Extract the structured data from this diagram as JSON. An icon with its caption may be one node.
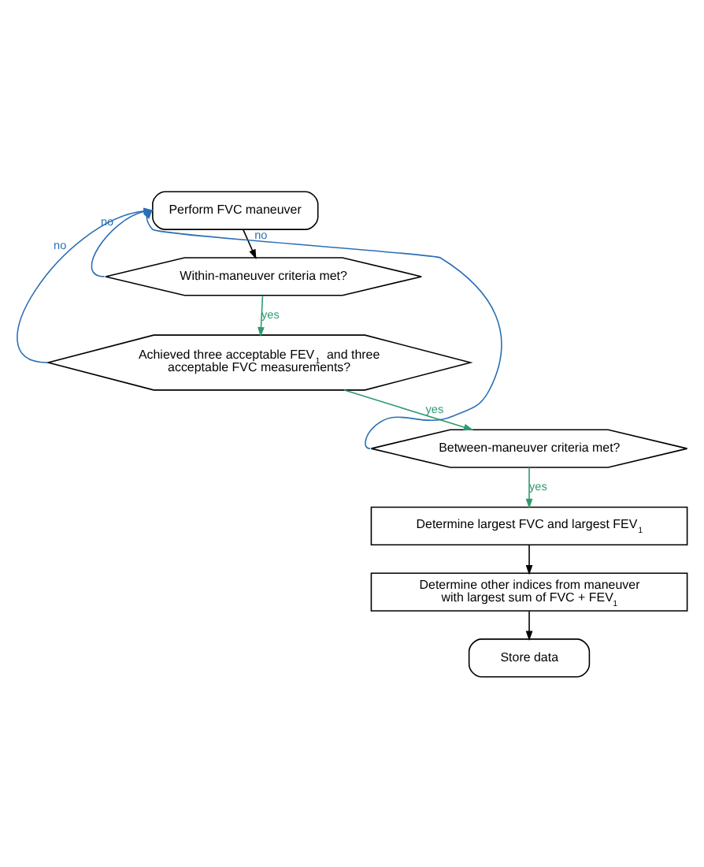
{
  "diagram": {
    "nodes": [
      {
        "text": [
          "Perform FVC maneuver"
        ]
      },
      {
        "text": [
          "Within-maneuver criteria met?"
        ]
      },
      {
        "text": [
          "Achieved three acceptable FEV$_{1}$ and three acceptable FVC measurements?"
        ]
      },
      {
        "text": [
          "Between-maneuver criteria met?"
        ]
      },
      {
        "text": [
          "Determine largest FVC and largest FEV$_{1}$"
        ]
      },
      {
        "text": [
          "Determine other indices from maneuver with largest sum of FVC + FEV$_{1}$"
        ]
      },
      {
        "text": [
          "Store data"
        ]
      }
    ],
    "edges": [
      {
        "from": 0,
        "to": 1,
        "arrow": "to"
      },
      {
        "from": 1,
        "to": 2,
        "arrow": "to",
        "label": "yes",
        "color": "#2e9a6e"
      },
      {
        "from": 2,
        "to": 3,
        "arrow": "to",
        "label": "yes",
        "color": "#2e9a6e"
      },
      {
        "from": 3,
        "to": 4,
        "arrow": "to",
        "label": "yes",
        "color": "#2e9a6e"
      },
      {
        "from": 4,
        "to": 5,
        "arrow": "to"
      },
      {
        "from": 5,
        "to": 6,
        "arrow": "to"
      },
      {
        "from": 1,
        "to": 0,
        "arrow": "to",
        "label": "no",
        "color": "#2a6fb5"
      },
      {
        "from": 2,
        "to": 0,
        "arrow": "to",
        "label": "no",
        "color": "#2a6fb5"
      },
      {
        "from": 3,
        "to": 0,
        "arrow": "to",
        "label": "no",
        "color": "#2a6fb5"
      }
    ]
  }
}
